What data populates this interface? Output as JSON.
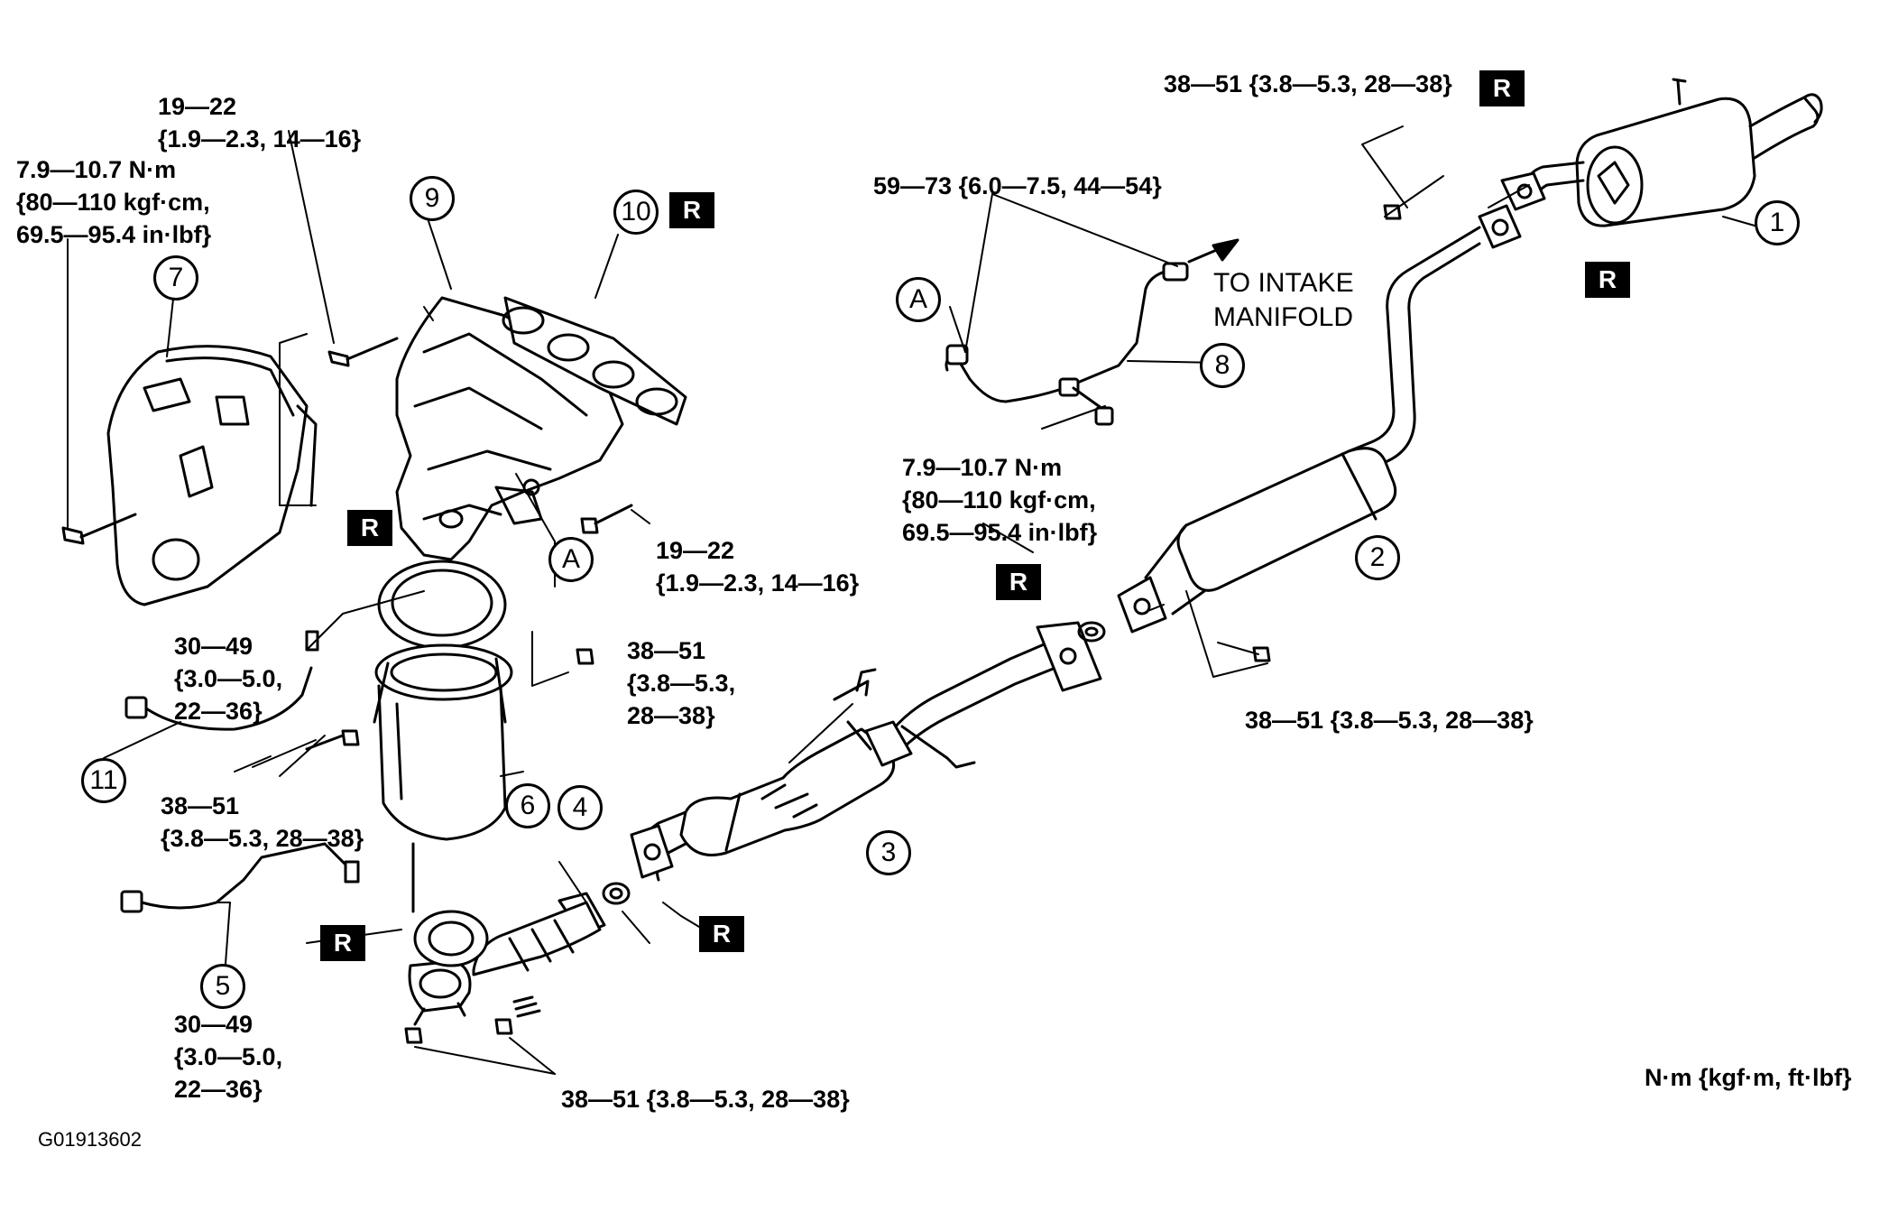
{
  "diagram_code": "G01913602",
  "units_note": "N·m {kgf·m, ft·lbf}",
  "intake_note": "TO INTAKE\nMANIFOLD",
  "callouts": [
    "1",
    "2",
    "3",
    "4",
    "5",
    "6",
    "7",
    "8",
    "9",
    "10",
    "11"
  ],
  "ref_marker": "A",
  "replace_tag": "R",
  "torque": {
    "heat_shield_bolt": "7.9—10.7 N·m\n{80—110 kgf·cm,\n69.5—95.4 in·lbf}",
    "manifold_stud": "19—22\n{1.9—2.3, 14—16}",
    "manifold_bracket": "19—22\n{1.9—2.3, 14—16}",
    "front_o2_sensor": "30—49\n{3.0—5.0,\n22—36}",
    "manifold_nut": "38—51\n{3.8—5.3,\n28—38}",
    "converter_bracket": "38—51\n{3.8—5.3, 28—38}",
    "rear_o2_sensor": "30—49\n{3.0—5.0,\n22—36}",
    "front_pipe_nuts": "38—51 {3.8—5.3, 28—38}",
    "middle_pipe_nut": "38—51 {3.8—5.3, 28—38}",
    "muffler_nut": "38—51 {3.8—5.3, 28—38}",
    "vacuum_fitting": "59—73 {6.0—7.5, 44—54}",
    "vacuum_bracket": "7.9—10.7 N·m\n{80—110 kgf·cm,\n69.5—95.4 in·lbf}"
  }
}
